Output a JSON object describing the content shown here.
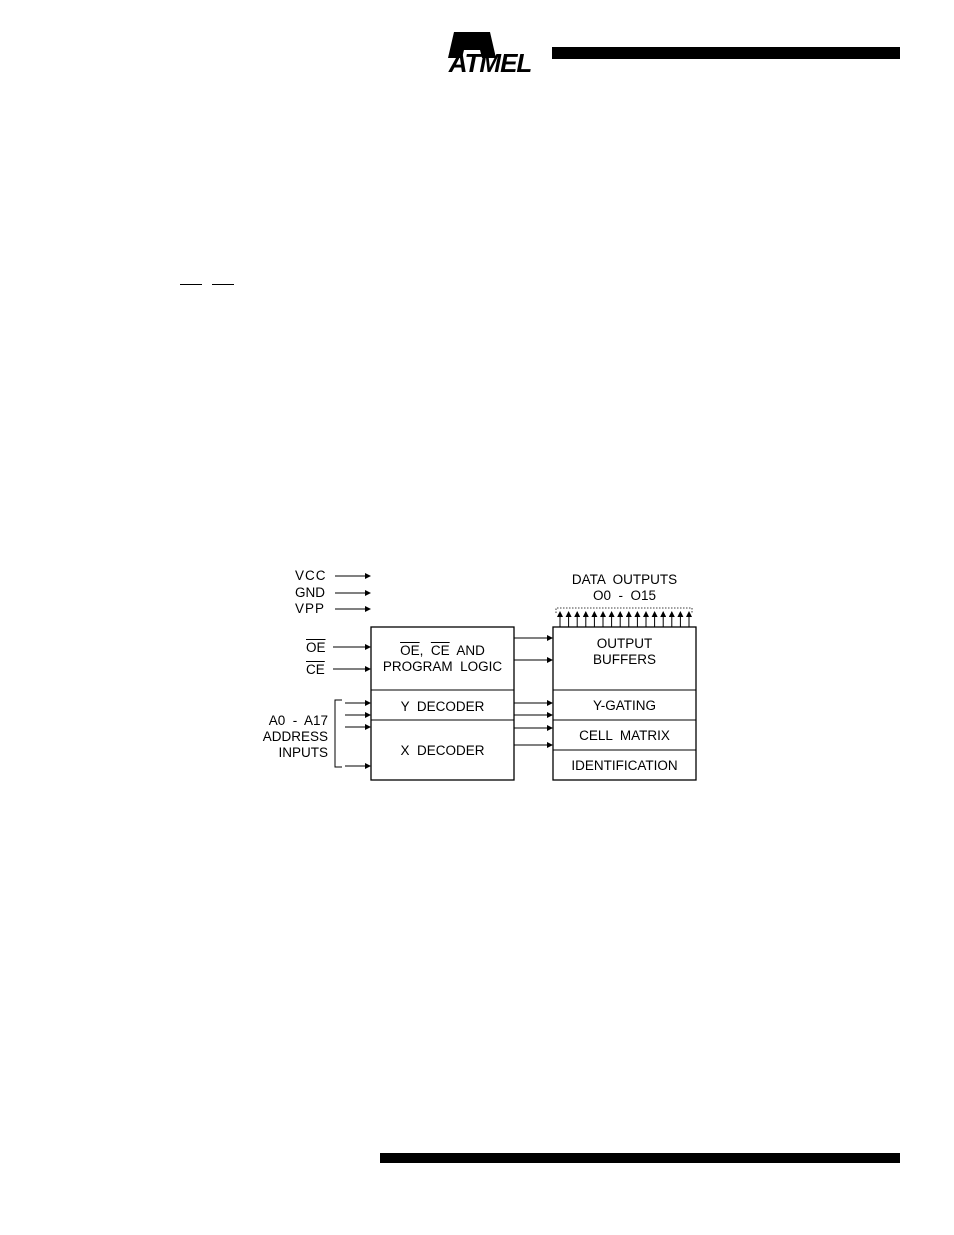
{
  "header": {
    "logo_text": "ATMEL"
  },
  "overbar_fragments": [
    "",
    ""
  ],
  "block_diagram": {
    "power_pins": [
      "VCC",
      "GND",
      "VPP"
    ],
    "control_pins": {
      "oe": "OE",
      "ce": "CE"
    },
    "address": {
      "line1": "A0  -  A17",
      "line2": "ADDRESS",
      "line3": "INPUTS"
    },
    "logic_block": {
      "oe": "OE",
      "sep": ",",
      "ce": "CE",
      "and": "AND",
      "line2": "PROGRAM  LOGIC"
    },
    "y_decoder": "Y  DECODER",
    "x_decoder": "X  DECODER",
    "data_outputs": {
      "line1": "DATA  OUTPUTS",
      "line2": "O0  -  O15"
    },
    "output_buffers": {
      "line1": "OUTPUT",
      "line2": "BUFFERS"
    },
    "y_gating": "Y-GATING",
    "cell_matrix": "CELL  MATRIX",
    "identification": "IDENTIFICATION"
  }
}
